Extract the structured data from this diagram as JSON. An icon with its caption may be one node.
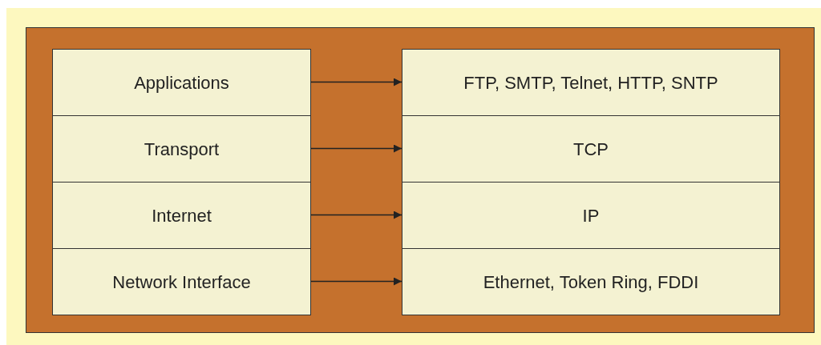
{
  "diagram": {
    "nodes": [
      {
        "text": [
          "Applications"
        ]
      },
      {
        "text": [
          "Transport"
        ]
      },
      {
        "text": [
          "Internet"
        ]
      },
      {
        "text": [
          "Network Interface"
        ]
      },
      {
        "text": [
          "FTP, SMTP, Telnet, HTTP, SNTP"
        ]
      },
      {
        "text": [
          "TCP"
        ]
      },
      {
        "text": [
          "IP"
        ]
      },
      {
        "text": [
          "Ethernet, Token Ring, FDDI"
        ]
      }
    ],
    "edges": [
      {
        "from": 0,
        "to": 4,
        "arrow": "to"
      },
      {
        "from": 1,
        "to": 5,
        "arrow": "to"
      },
      {
        "from": 2,
        "to": 6,
        "arrow": "to"
      },
      {
        "from": 3,
        "to": 7,
        "arrow": "to"
      }
    ]
  }
}
